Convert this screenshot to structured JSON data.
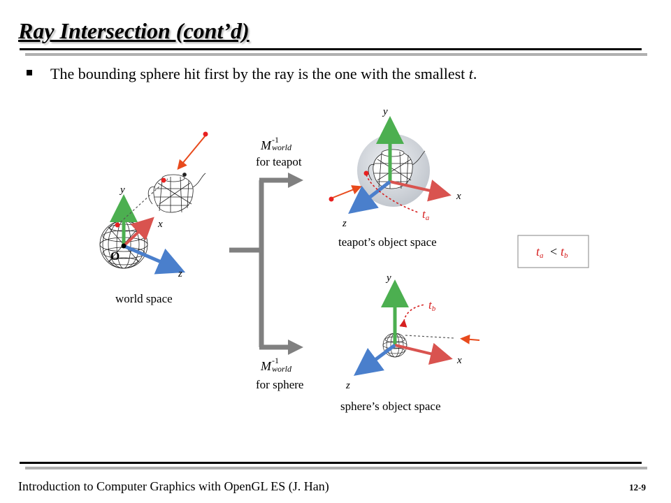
{
  "slide": {
    "title": "Ray Intersection  (cont’d)",
    "bullet": {
      "text_before": "The bounding sphere hit first by the ray is the one with the smallest ",
      "italic_var": "t",
      "text_after": "."
    },
    "footer": {
      "left": "Introduction to Computer Graphics with OpenGL ES (J. Han)",
      "right": "12-9"
    }
  },
  "figure": {
    "world_space_label": "world space",
    "origin_label": "O",
    "axis_x": "x",
    "axis_y": "y",
    "axis_z": "z",
    "inverse_matrix_base": "M",
    "inverse_matrix_sup": "-1",
    "inverse_matrix_sub": "world",
    "for_teapot": "for teapot",
    "for_sphere": "for sphere",
    "teapot_space_label": "teapot’s object space",
    "sphere_space_label": "sphere’s object space",
    "t_symbol": "t",
    "ta_sub": "a",
    "tb_sub": "b",
    "comparison_op": "<",
    "colors": {
      "ray": "#e84a1c",
      "x_axis": "#d9534f",
      "y_axis": "#4caf50",
      "z_axis": "#4a7fcc",
      "arrow_grey": "#808080",
      "bound_sphere": "#c8ccd2"
    },
    "icons": [
      "teapot-wireframe",
      "sphere-wireframe",
      "branch-arrow"
    ]
  }
}
